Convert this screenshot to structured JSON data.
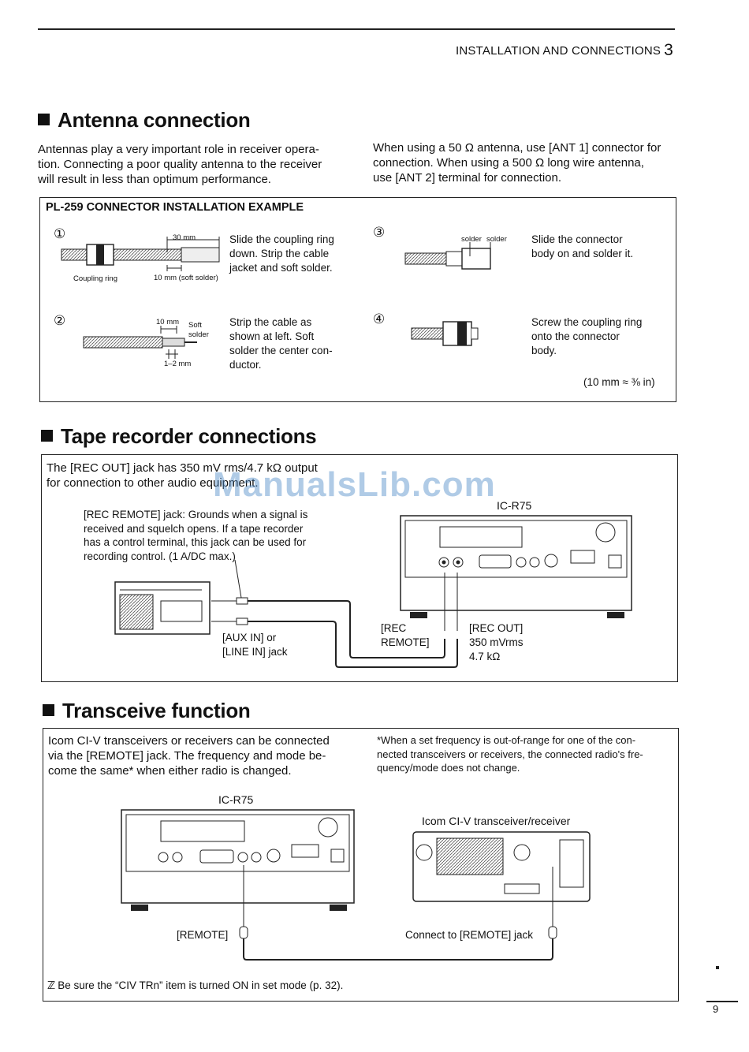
{
  "header": {
    "section_title": "INSTALLATION AND CONNECTIONS",
    "chapter_number": "3"
  },
  "antenna": {
    "heading": "Antenna connection",
    "para_left": [
      "Antennas play a very important role in receiver opera-",
      "tion. Connecting a poor quality antenna to the receiver",
      "will result in less than optimum performance."
    ],
    "para_right": [
      "When using a 50 Ω antenna, use [ANT 1] connector for",
      "connection. When using a 500 Ω long wire antenna,",
      "use [ANT 2] terminal for connection."
    ],
    "box_title": "PL-259 CONNECTOR INSTALLATION EXAMPLE",
    "steps": [
      {
        "num": "①",
        "text": [
          "Slide the coupling ring",
          "down. Strip the cable",
          "jacket and soft solder."
        ],
        "labels": [
          "30 mm",
          "Coupling ring",
          "10 mm (soft solder)"
        ]
      },
      {
        "num": "②",
        "text": [
          "Strip  the  cable  as",
          "shown  at  left.  Soft",
          "solder the center con-",
          "ductor."
        ],
        "labels": [
          "10 mm",
          "Soft",
          "solder",
          "1–2 mm"
        ]
      },
      {
        "num": "③",
        "text": [
          "Slide  the  connector",
          "body on and solder it."
        ],
        "labels": [
          "solder",
          "solder"
        ]
      },
      {
        "num": "④",
        "text": [
          "Screw the coupling ring",
          "onto   the   connector",
          "body."
        ],
        "labels": []
      }
    ],
    "note": "(10 mm ≈ ⅜ in)"
  },
  "tape": {
    "heading": "Tape recorder connections",
    "intro": [
      "The [REC OUT] jack has 350 mV rms/4.7 kΩ output",
      "for connection to other audio equipment."
    ],
    "remote_desc": [
      "[REC REMOTE] jack: Grounds when a signal is",
      "received and squelch opens. If a tape recorder",
      "has a control terminal, this jack can be used for",
      "recording control. (1 A/DC max.)"
    ],
    "radio_label": "IC-R75",
    "aux_label": [
      "[AUX IN] or",
      "[LINE IN] jack"
    ],
    "rec_remote_label": [
      "[REC",
      "REMOTE]"
    ],
    "rec_out_label": [
      "[REC OUT]",
      "350 mVrms",
      "4.7 kΩ"
    ]
  },
  "transceive": {
    "heading": "Transceive function",
    "intro": [
      "Icom CI-V transceivers or receivers can be connected",
      "via the [REMOTE] jack. The frequency and mode be-",
      "come the same* when either radio is changed."
    ],
    "footnote": [
      "*When a set frequency is out-of-range for one of the con-",
      "nected transceivers or receivers, the connected radio's fre-",
      "quency/mode does not change."
    ],
    "radio_label": "IC-R75",
    "other_label": "Icom CI-V transceiver/receiver",
    "remote_label": "[REMOTE]",
    "connect_label": "Connect to [REMOTE] jack",
    "note": "Be sure the “CIV TRn” item is turned ON in set mode (p. 32)."
  },
  "watermark": "ManualsLib.com",
  "page_number": "9"
}
